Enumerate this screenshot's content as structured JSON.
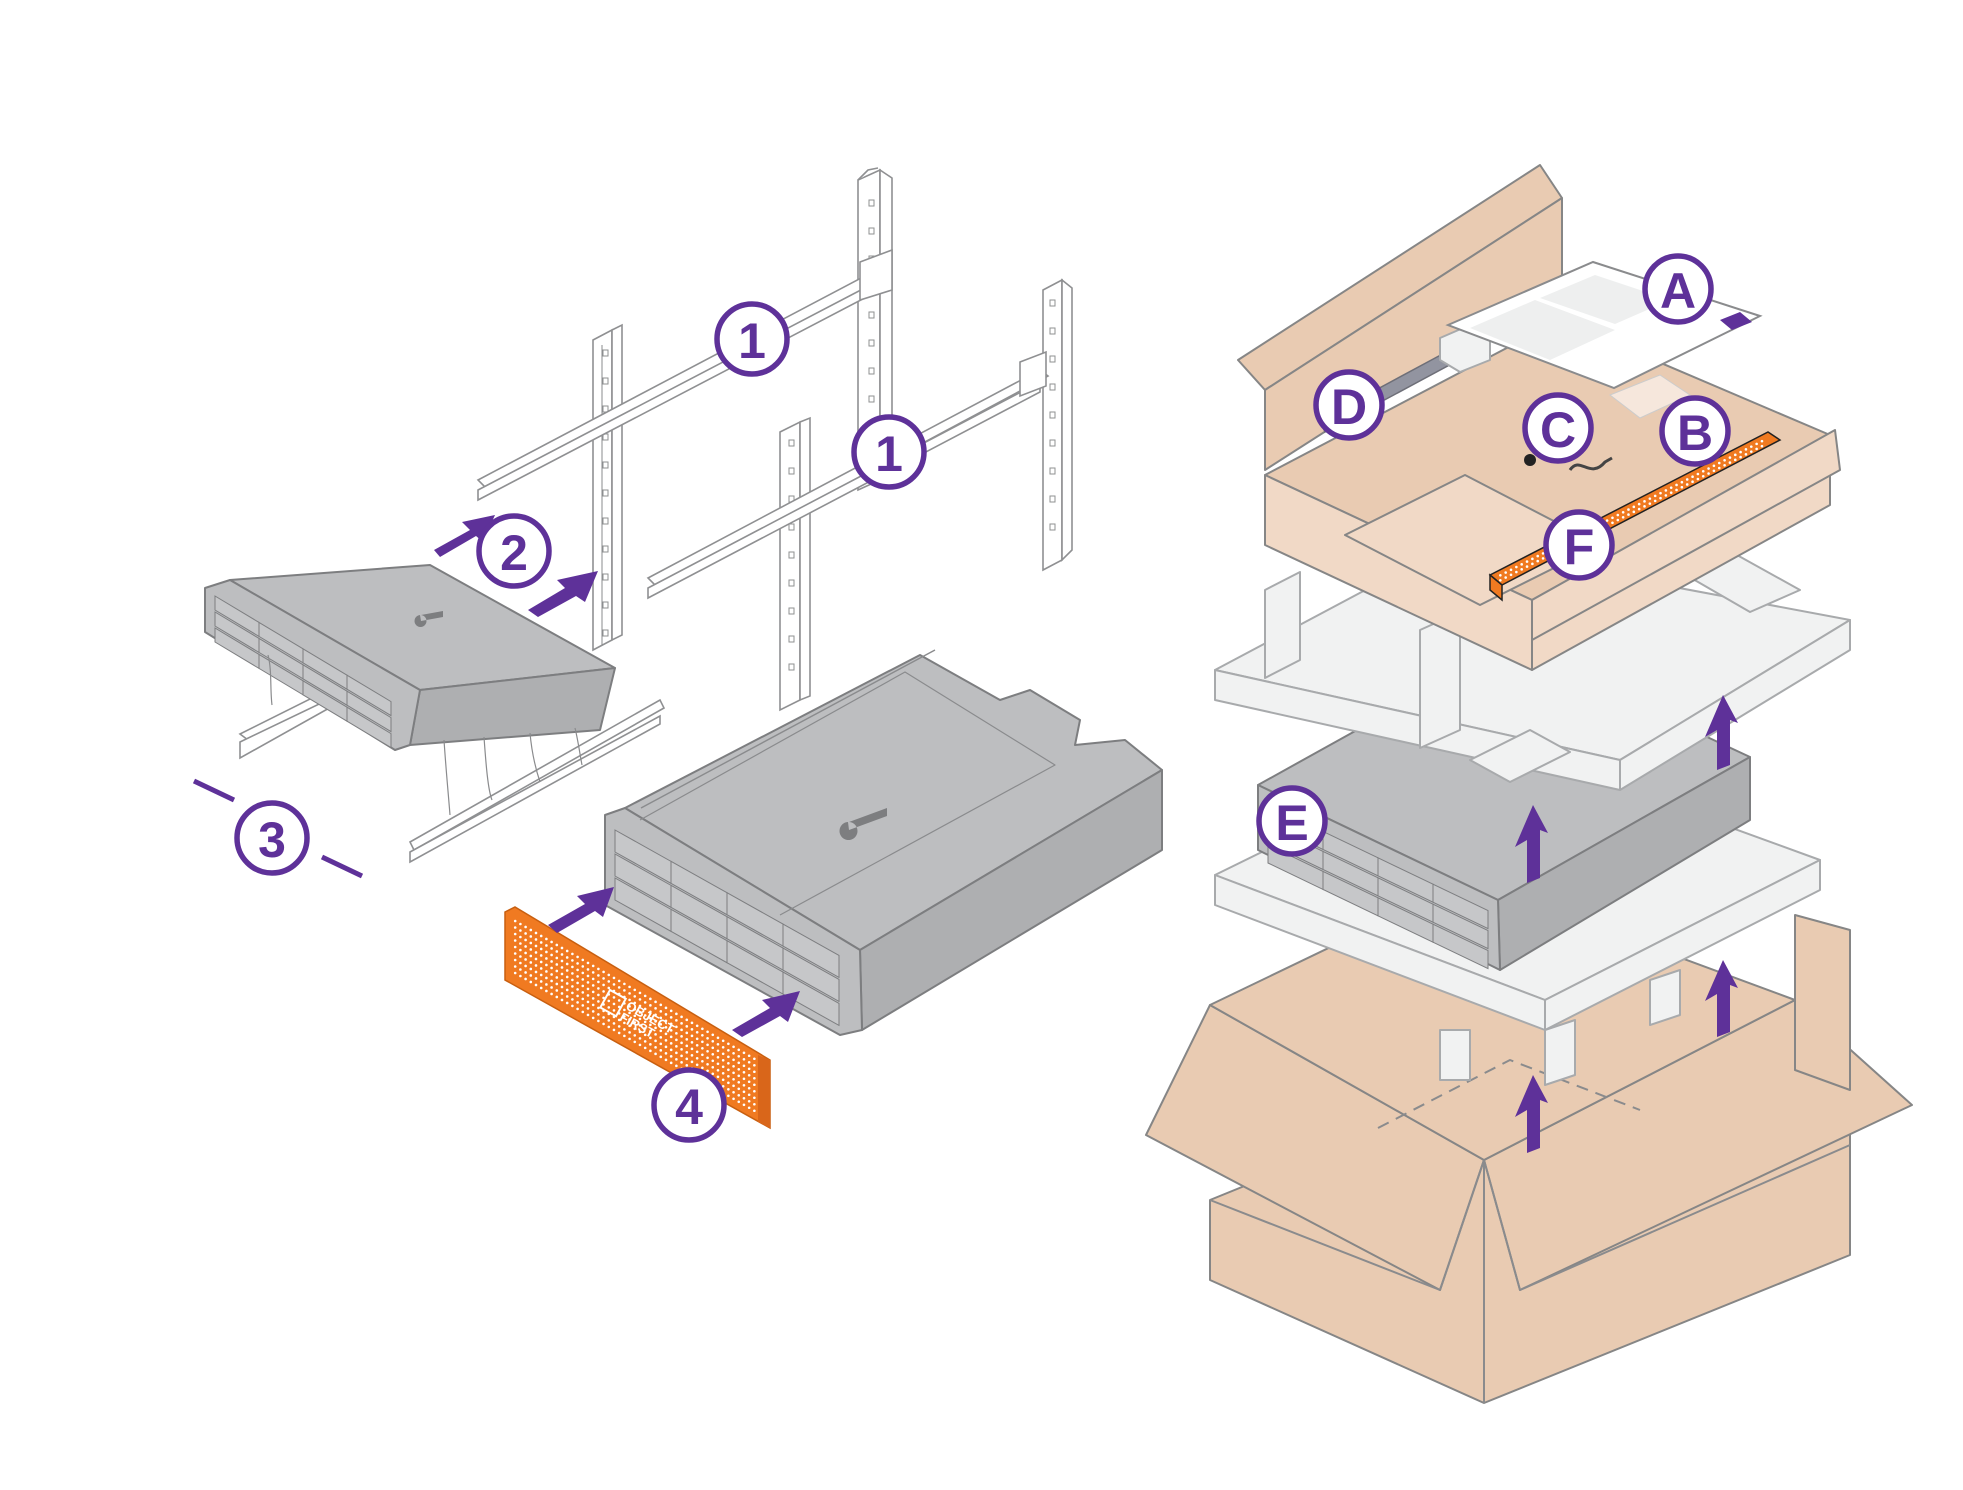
{
  "figure": {
    "type": "installation-and-unpacking-illustration",
    "left_panel": {
      "title": "Rack installation steps",
      "callouts": [
        {
          "id": "step-1a",
          "label": "1",
          "meaning": "rail mounted to rack"
        },
        {
          "id": "step-1b",
          "label": "1",
          "meaning": "rail mounted to rack"
        },
        {
          "id": "step-2",
          "label": "2",
          "meaning": "slide rails into rack"
        },
        {
          "id": "step-3",
          "label": "3",
          "meaning": "attach inner rails to server"
        },
        {
          "id": "step-4",
          "label": "4",
          "meaning": "attach front bezel"
        }
      ]
    },
    "right_panel": {
      "title": "Box contents",
      "callouts": [
        {
          "id": "item-a",
          "label": "A",
          "meaning": "documentation sheet"
        },
        {
          "id": "item-b",
          "label": "B",
          "meaning": "cable pouch"
        },
        {
          "id": "item-c",
          "label": "C",
          "meaning": "power cords"
        },
        {
          "id": "item-d",
          "label": "D",
          "meaning": "rail kit"
        },
        {
          "id": "item-e",
          "label": "E",
          "meaning": "server appliance"
        },
        {
          "id": "item-f",
          "label": "F",
          "meaning": "front bezel"
        }
      ]
    },
    "bezel_brand": {
      "line1": "OBJECT",
      "line2": "FIRST"
    }
  },
  "colors": {
    "accent_purple": "#5E3199",
    "bezel_orange": "#F07A21",
    "cardboard": "#E9CBB2",
    "server_grey": "#BDBEC0",
    "foam": "#F1F2F2",
    "outline": "#8a8b8d"
  }
}
